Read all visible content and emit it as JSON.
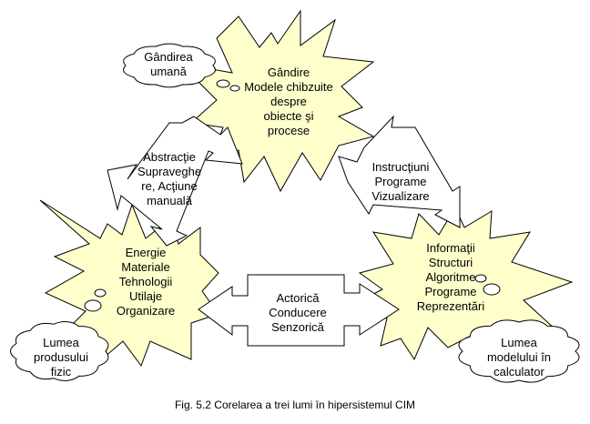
{
  "colors": {
    "star_fill": "#FFFFCC",
    "stroke": "#000000",
    "background": "#FFFFFF"
  },
  "stars": {
    "top": {
      "lines": [
        "Gândire",
        "Modele chibzuite",
        "despre",
        "obiecte şi",
        "procese"
      ]
    },
    "left": {
      "lines": [
        "Energie",
        "Materiale",
        "Tehnologii",
        "Utilaje",
        "Organizare"
      ]
    },
    "right": {
      "lines": [
        "Informaţii",
        "Structuri",
        "Algoritme",
        "Programe",
        "Reprezentări"
      ]
    }
  },
  "arrows": {
    "left_diag": {
      "lines": [
        "Abstracţie",
        "Supraveghe",
        "re, Acţiune",
        "manuală"
      ]
    },
    "right_diag": {
      "lines": [
        "Instrucţiuni",
        "Programe",
        "Vizualizare"
      ]
    },
    "bottom": {
      "lines": [
        "Actorică",
        "Conducere",
        "Senzorică"
      ]
    }
  },
  "clouds": {
    "top_left": {
      "lines": [
        "Gândirea",
        "umană"
      ]
    },
    "bottom_left": {
      "lines": [
        "Lumea",
        "produsului",
        "fizic"
      ]
    },
    "bottom_right": {
      "lines": [
        "Lumea",
        "modelului în",
        "calculator"
      ]
    }
  },
  "caption": "Fig. 5.2  Corelarea a trei lumi în hipersistemul CIM"
}
